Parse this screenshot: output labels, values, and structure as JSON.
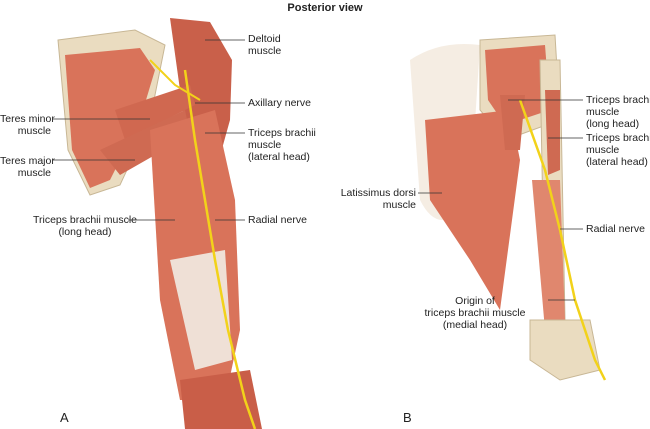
{
  "title": "Posterior view",
  "panels": {
    "a": "A",
    "b": "B"
  },
  "labels_a": {
    "deltoid": [
      "Deltoid",
      "muscle"
    ],
    "axillary": "Axillary nerve",
    "teres_minor": [
      "Teres minor",
      "muscle"
    ],
    "triceps_lateral": [
      "Triceps brachii",
      "muscle",
      "(lateral head)"
    ],
    "teres_major": [
      "Teres major",
      "muscle"
    ],
    "triceps_long": [
      "Triceps brachii muscle",
      "(long head)"
    ],
    "radial": "Radial nerve"
  },
  "labels_b": {
    "triceps_long": [
      "Triceps brachii",
      "muscle",
      "(long head)"
    ],
    "triceps_lateral": [
      "Triceps brachii",
      "muscle",
      "(lateral head)"
    ],
    "latissimus": [
      "Latissimus dorsi",
      "muscle"
    ],
    "radial": "Radial nerve",
    "origin": [
      "Origin of",
      "triceps brachii muscle",
      "(medial head)"
    ]
  },
  "colors": {
    "muscle": "#d9735a",
    "muscle_dark": "#b9553f",
    "bone": "#eadcc0",
    "nerve": "#f2d21a",
    "tendon": "#efe0d6"
  }
}
